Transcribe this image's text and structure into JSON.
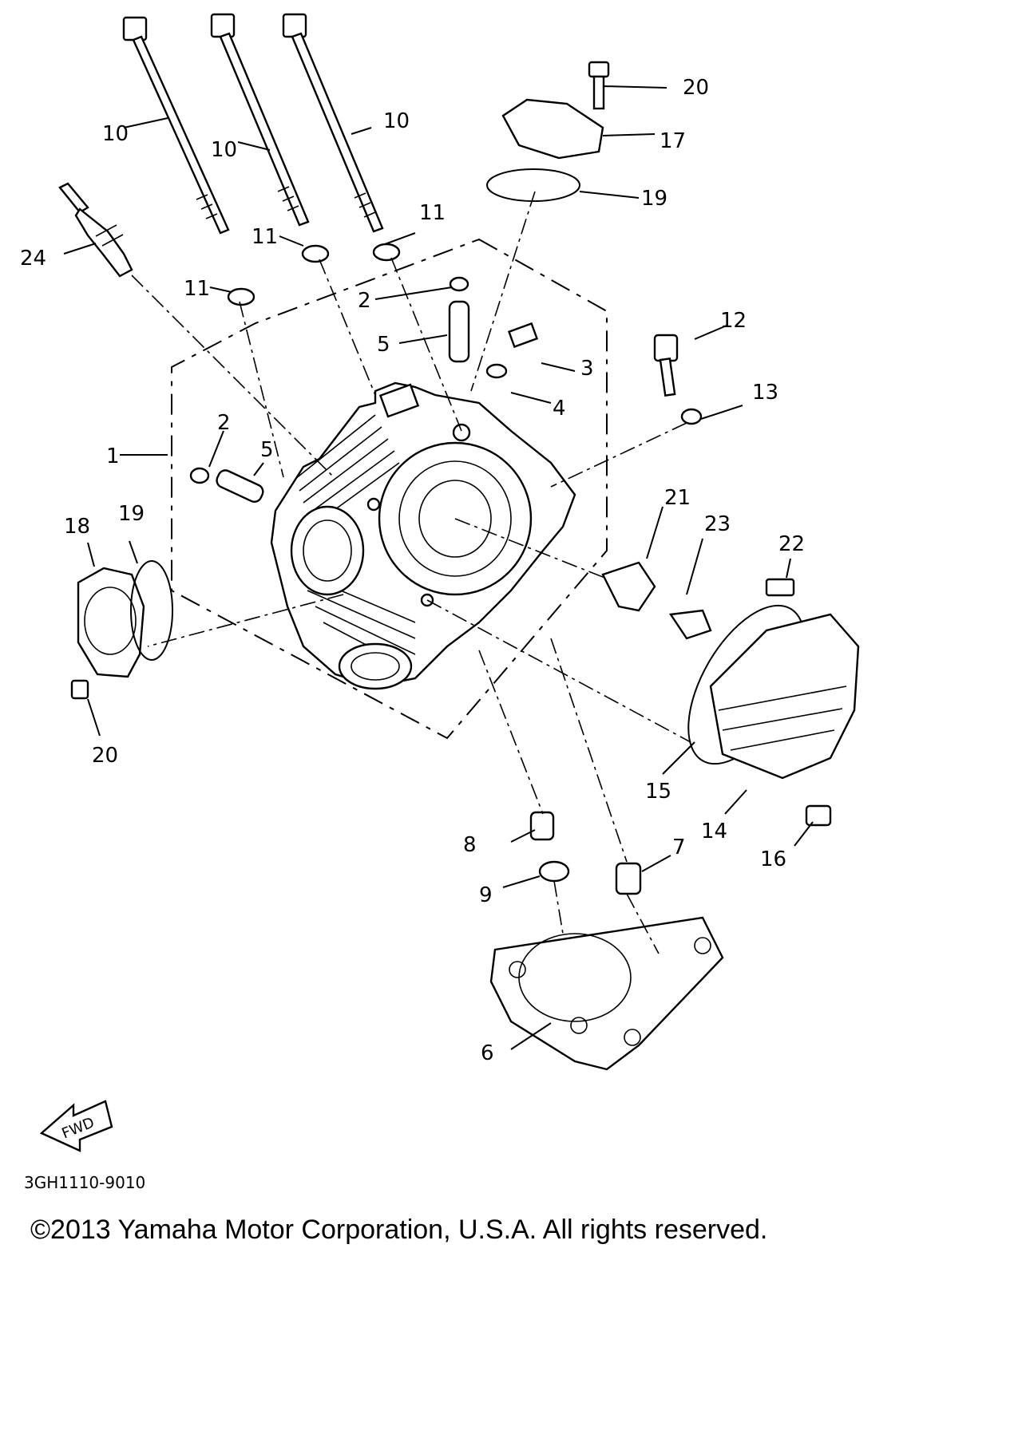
{
  "diagram": {
    "part_code": "3GH1110-9010",
    "fwd_label": "FWD",
    "callouts": [
      {
        "id": "c1",
        "text": "1"
      },
      {
        "id": "c2a",
        "text": "2"
      },
      {
        "id": "c2b",
        "text": "2"
      },
      {
        "id": "c3",
        "text": "3"
      },
      {
        "id": "c4",
        "text": "4"
      },
      {
        "id": "c5a",
        "text": "5"
      },
      {
        "id": "c5b",
        "text": "5"
      },
      {
        "id": "c6",
        "text": "6"
      },
      {
        "id": "c7",
        "text": "7"
      },
      {
        "id": "c8",
        "text": "8"
      },
      {
        "id": "c9",
        "text": "9"
      },
      {
        "id": "c10a",
        "text": "10"
      },
      {
        "id": "c10b",
        "text": "10"
      },
      {
        "id": "c10c",
        "text": "10"
      },
      {
        "id": "c11a",
        "text": "11"
      },
      {
        "id": "c11b",
        "text": "11"
      },
      {
        "id": "c11c",
        "text": "11"
      },
      {
        "id": "c12",
        "text": "12"
      },
      {
        "id": "c13",
        "text": "13"
      },
      {
        "id": "c14",
        "text": "14"
      },
      {
        "id": "c15",
        "text": "15"
      },
      {
        "id": "c16",
        "text": "16"
      },
      {
        "id": "c17",
        "text": "17"
      },
      {
        "id": "c18",
        "text": "18"
      },
      {
        "id": "c19a",
        "text": "19"
      },
      {
        "id": "c19b",
        "text": "19"
      },
      {
        "id": "c20a",
        "text": "20"
      },
      {
        "id": "c20b",
        "text": "20"
      },
      {
        "id": "c21",
        "text": "21"
      },
      {
        "id": "c22",
        "text": "22"
      },
      {
        "id": "c23",
        "text": "23"
      },
      {
        "id": "c24",
        "text": "24"
      }
    ]
  },
  "footer": {
    "copyright": "©2013 Yamaha Motor Corporation, U.S.A. All rights reserved."
  }
}
